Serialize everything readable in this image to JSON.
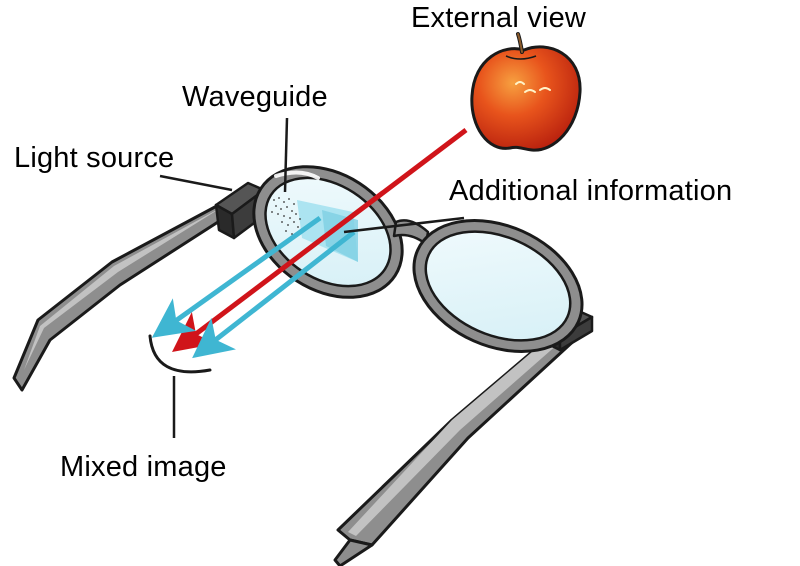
{
  "labels": {
    "external_view": "External view",
    "waveguide": "Waveguide",
    "light_source": "Light source",
    "additional_information": "Additional information",
    "mixed_image": "Mixed image"
  },
  "colors": {
    "external_light_ray": "#d0141a",
    "projected_light_ray": "#3fb6d2",
    "waveguide_fill": "#a9e3f0",
    "lens_tint": "#e3f5fa",
    "frame": "#8e8e8e",
    "apple": "#d93a14"
  },
  "icons": [
    "apple-illustration",
    "eyeglasses-illustration",
    "eye-icon"
  ]
}
